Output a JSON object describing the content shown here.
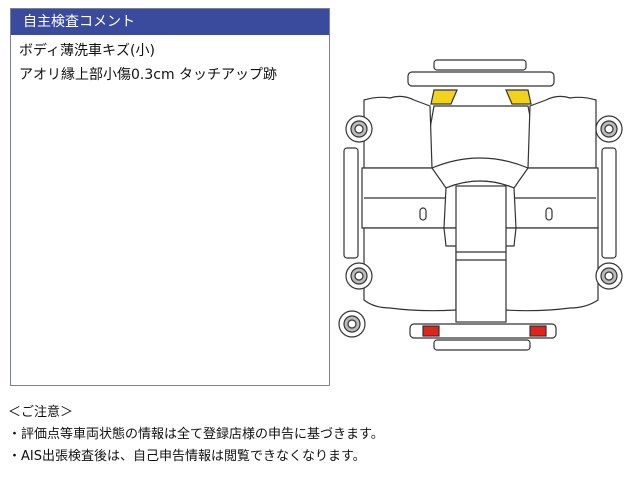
{
  "comment_box": {
    "title": "自主検査コメント",
    "lines": [
      "ボディ薄洗車キズ(小)",
      "アオリ縁上部小傷0.3cm タッチアップ跡"
    ]
  },
  "notes": {
    "heading": "＜ご注意＞",
    "items": [
      "・評価点等車両状態の情報は全て登録店様の申告に基づきます。",
      "・AIS出張検査後は、自己申告情報は閲覧できなくなります。"
    ]
  },
  "colors": {
    "header_bg": "#3a4a9c",
    "headlight": "#f2d21b",
    "taillight": "#e0231b",
    "outline": "#333333"
  }
}
